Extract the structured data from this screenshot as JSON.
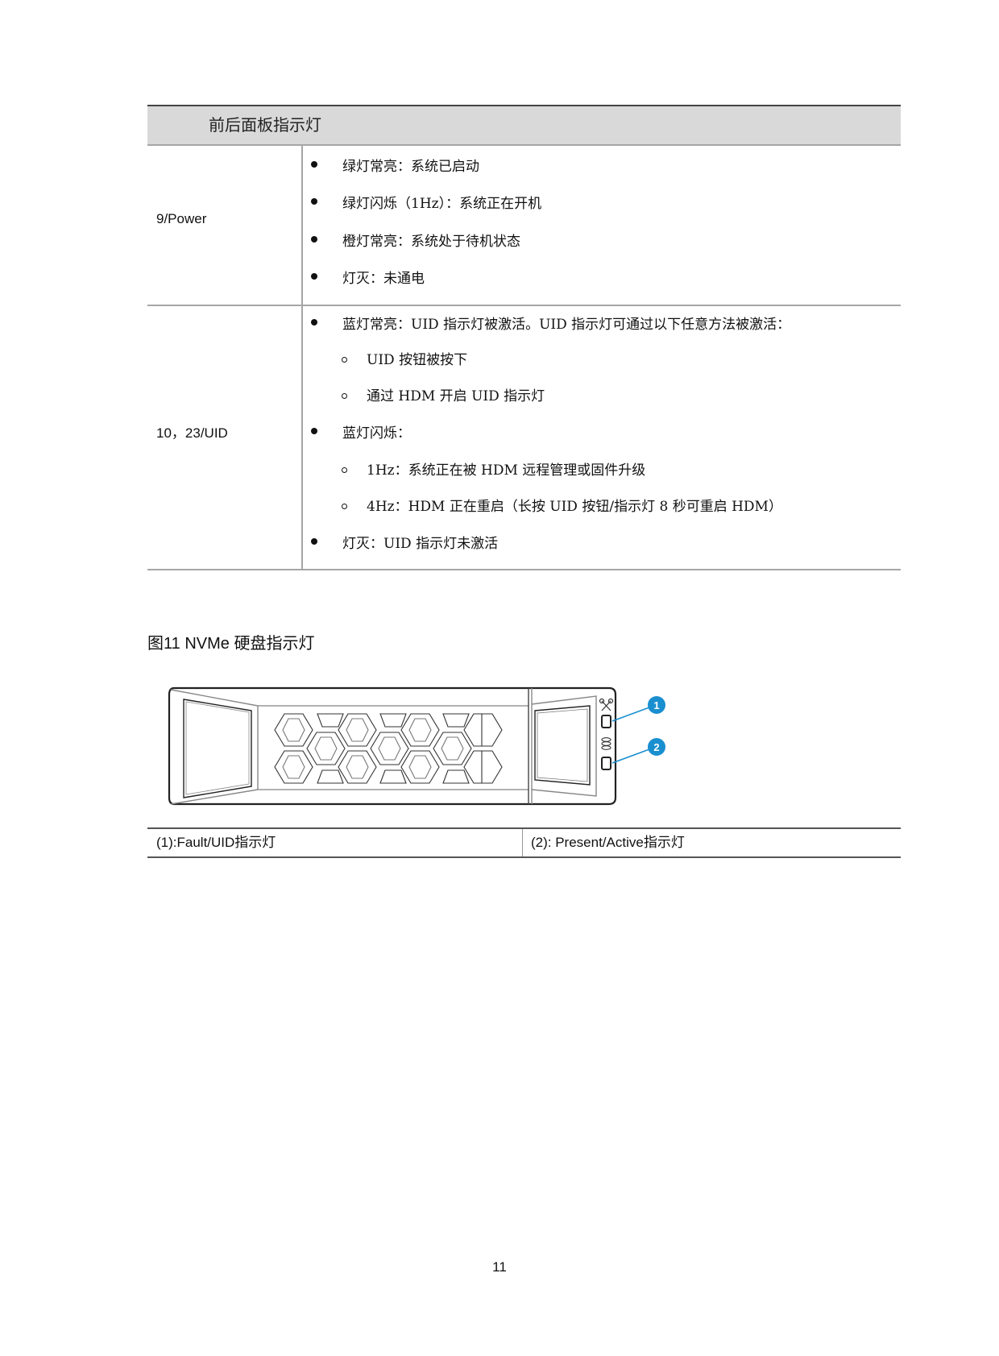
{
  "table": {
    "header": "前后面板指示灯",
    "rows": [
      {
        "label": "9/Power",
        "items": [
          {
            "level": 1,
            "text": "绿灯常亮：系统已启动"
          },
          {
            "level": 1,
            "text": "绿灯闪烁（1Hz）：系统正在开机"
          },
          {
            "level": 1,
            "text": "橙灯常亮：系统处于待机状态"
          },
          {
            "level": 1,
            "text": "灯灭：未通电"
          }
        ]
      },
      {
        "label": "10，23/UID",
        "items": [
          {
            "level": 1,
            "text": "蓝灯常亮：UID 指示灯被激活。UID 指示灯可通过以下任意方法被激活："
          },
          {
            "level": 2,
            "text": "UID 按钮被按下"
          },
          {
            "level": 2,
            "text": "通过 HDM 开启 UID 指示灯"
          },
          {
            "level": 1,
            "text": "蓝灯闪烁："
          },
          {
            "level": 2,
            "text": "1Hz：系统正在被 HDM 远程管理或固件升级"
          },
          {
            "level": 2,
            "text": "4Hz：HDM 正在重启（长按 UID 按钮/指示灯 8 秒可重启 HDM）"
          },
          {
            "level": 1,
            "text": "灯灭：UID 指示灯未激活"
          }
        ]
      }
    ]
  },
  "figure": {
    "caption": "图11  NVMe 硬盘指示灯",
    "callouts": [
      "1",
      "2"
    ],
    "callout_color": "#1a8fd0",
    "icons": [
      "fault-uid-wrench-icon",
      "present-active-disk-icon"
    ]
  },
  "legend": {
    "cells": [
      "(1):Fault/UID指示灯",
      "(2): Present/Active指示灯"
    ]
  },
  "page_number": "11"
}
